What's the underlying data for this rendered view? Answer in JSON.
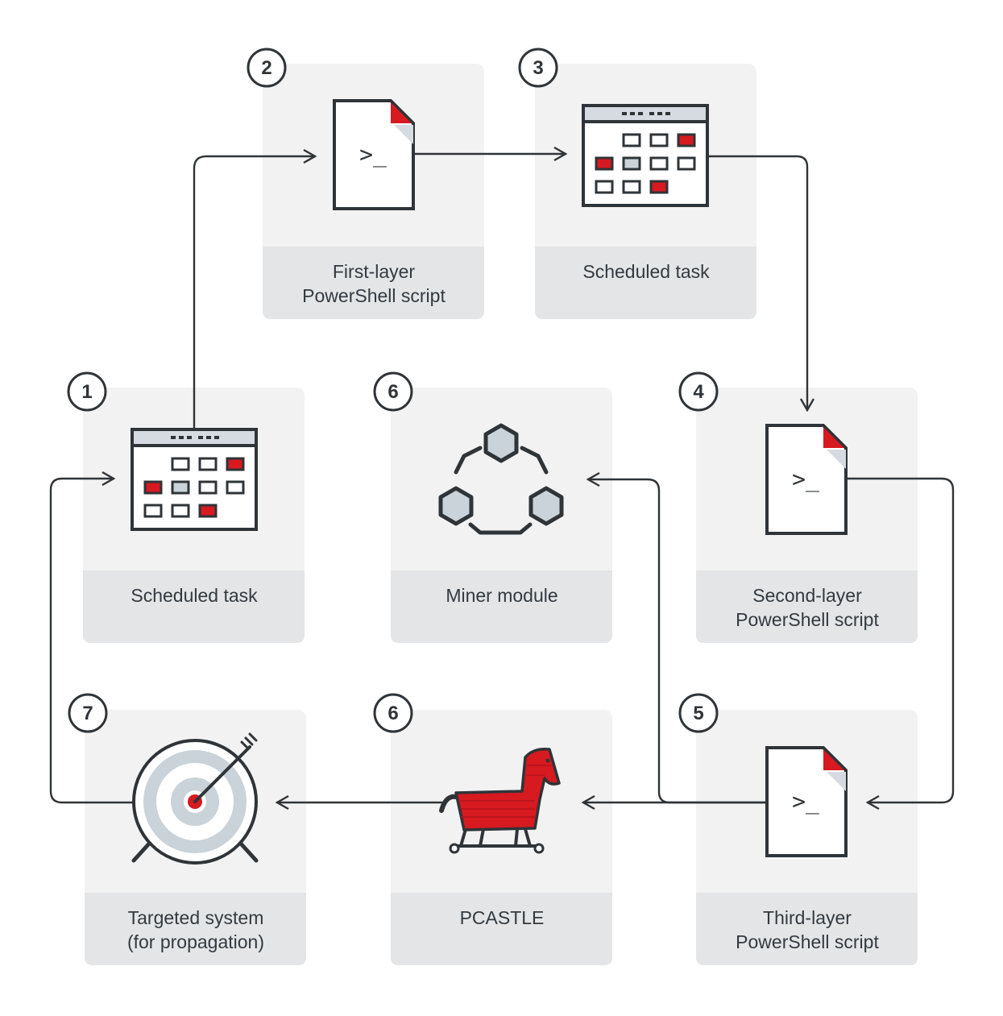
{
  "colors": {
    "accent": "#d71920",
    "ink": "#2f3438",
    "card": "#f2f2f2",
    "card_label": "#e4e5e6",
    "target_ring": "#c9d3d9"
  },
  "steps": [
    {
      "id": "step1",
      "number": "1",
      "label_lines": [
        "Scheduled task"
      ],
      "icon": "calendar-icon"
    },
    {
      "id": "step2",
      "number": "2",
      "label_lines": [
        "First-layer",
        "PowerShell script"
      ],
      "icon": "powershell-script-icon"
    },
    {
      "id": "step3",
      "number": "3",
      "label_lines": [
        "Scheduled task"
      ],
      "icon": "calendar-icon"
    },
    {
      "id": "step4",
      "number": "4",
      "label_lines": [
        "Second-layer",
        "PowerShell script"
      ],
      "icon": "powershell-script-icon"
    },
    {
      "id": "step5",
      "number": "5",
      "label_lines": [
        "Third-layer",
        "PowerShell script"
      ],
      "icon": "powershell-script-icon"
    },
    {
      "id": "step6a",
      "number": "6",
      "label_lines": [
        "Miner module"
      ],
      "icon": "miner-module-icon"
    },
    {
      "id": "step6b",
      "number": "6",
      "label_lines": [
        "PCASTLE"
      ],
      "icon": "trojan-horse-icon"
    },
    {
      "id": "step7",
      "number": "7",
      "label_lines": [
        "Targeted system",
        "(for propagation)"
      ],
      "icon": "target-icon"
    }
  ],
  "script_prompt": ">_"
}
